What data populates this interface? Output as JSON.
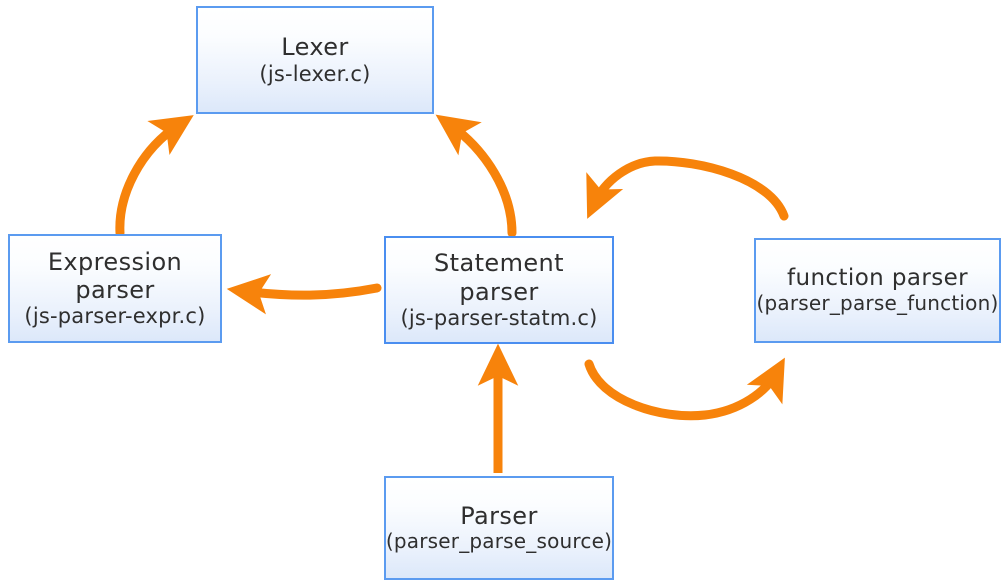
{
  "diagram": {
    "background_color": "#ffffff",
    "node_border_color": "#5b9bf0",
    "node_fill_top_color": "#ffffff",
    "node_fill_bottom_color": "#dce8fa",
    "arrow_color": "#f7830b",
    "text_color": "#2f2f2f",
    "nodes": [
      {
        "id": "lexer",
        "title": "Lexer",
        "subtitle": "(js-lexer.c)"
      },
      {
        "id": "expression_parser",
        "title": "Expression\nparser",
        "title_line1": "Expression",
        "title_line2": "parser",
        "subtitle": "(js-parser-expr.c)"
      },
      {
        "id": "statement_parser",
        "title_line1": "Statement",
        "title_line2": "parser",
        "subtitle": "(js-parser-statm.c)"
      },
      {
        "id": "function_parser",
        "title": "function parser",
        "subtitle": "(parser_parse_function)"
      },
      {
        "id": "parser",
        "title": "Parser",
        "subtitle": "(parser_parse_source)"
      }
    ],
    "arrows": [
      {
        "id": "expression-parser-to-lexer",
        "from": "expression_parser",
        "to": "lexer",
        "style": "curved"
      },
      {
        "id": "statement-parser-to-lexer",
        "from": "statement_parser",
        "to": "lexer",
        "style": "curved"
      },
      {
        "id": "statement-parser-to-expression-parser",
        "from": "statement_parser",
        "to": "expression_parser",
        "style": "curved"
      },
      {
        "id": "function-parser-to-statement-parser",
        "from": "function_parser",
        "to": "statement_parser",
        "style": "arc-over"
      },
      {
        "id": "statement-parser-to-function-parser",
        "from": "statement_parser",
        "to": "function_parser",
        "style": "arc-under"
      },
      {
        "id": "parser-to-statement-parser",
        "from": "parser",
        "to": "statement_parser",
        "style": "straight"
      }
    ]
  }
}
